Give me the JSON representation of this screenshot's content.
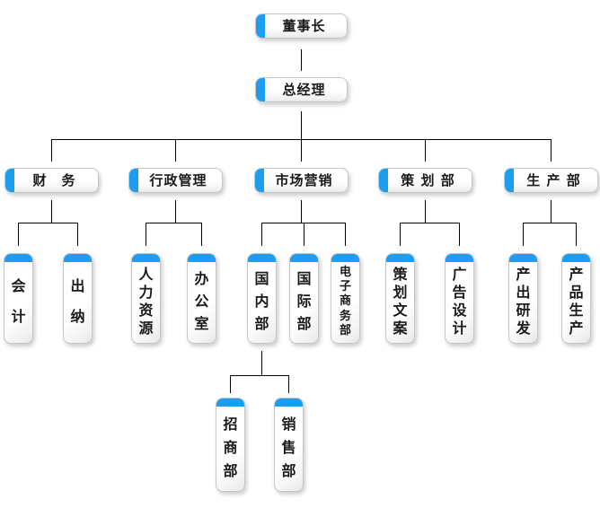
{
  "org": {
    "chairman": "董事长",
    "general_manager": "总经理",
    "departments": [
      {
        "label": "财　务",
        "teams": [
          "会计",
          "出纳"
        ]
      },
      {
        "label": "行政管理",
        "teams": [
          "人力资源",
          "办公室"
        ]
      },
      {
        "label": "市场营销",
        "teams": [
          "国内部",
          "国际部",
          "电子商务部"
        ]
      },
      {
        "label": "策 划 部",
        "teams": [
          "策划文案",
          "广告设计"
        ]
      },
      {
        "label": "生 产 部",
        "teams": [
          "产出研发",
          "产品生产"
        ]
      }
    ],
    "domestic_sub_teams": [
      "招商部",
      "销售部"
    ]
  },
  "colors": {
    "accent": "#1e9df0",
    "box_border": "#c6c6c6",
    "line": "#000000",
    "text": "#1a1a1a"
  }
}
